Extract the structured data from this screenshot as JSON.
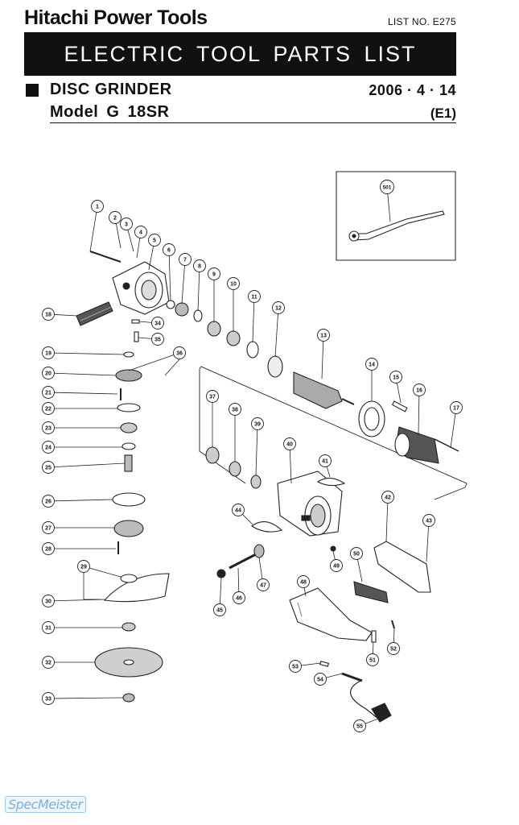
{
  "header": {
    "brand": "Hitachi Power Tools",
    "list_no": "LIST NO. E275",
    "banner": "ELECTRIC  TOOL  PARTS  LIST",
    "product": "DISC  GRINDER",
    "date": "2006 · 4 · 14",
    "model": "Model  G  18SR",
    "edition": "(E1)"
  },
  "watermark": "SpecMeister",
  "callouts": [
    {
      "n": "1"
    },
    {
      "n": "2"
    },
    {
      "n": "3"
    },
    {
      "n": "4"
    },
    {
      "n": "5"
    },
    {
      "n": "6"
    },
    {
      "n": "7"
    },
    {
      "n": "8"
    },
    {
      "n": "9"
    },
    {
      "n": "10"
    },
    {
      "n": "11"
    },
    {
      "n": "12"
    },
    {
      "n": "13"
    },
    {
      "n": "14"
    },
    {
      "n": "15"
    },
    {
      "n": "16"
    },
    {
      "n": "17"
    },
    {
      "n": "18"
    },
    {
      "n": "19"
    },
    {
      "n": "20"
    },
    {
      "n": "21"
    },
    {
      "n": "22"
    },
    {
      "n": "23"
    },
    {
      "n": "24"
    },
    {
      "n": "25"
    },
    {
      "n": "26"
    },
    {
      "n": "27"
    },
    {
      "n": "28"
    },
    {
      "n": "29"
    },
    {
      "n": "30"
    },
    {
      "n": "31"
    },
    {
      "n": "32"
    },
    {
      "n": "33"
    },
    {
      "n": "34"
    },
    {
      "n": "35"
    },
    {
      "n": "36"
    },
    {
      "n": "37"
    },
    {
      "n": "38"
    },
    {
      "n": "39"
    },
    {
      "n": "40"
    },
    {
      "n": "41"
    },
    {
      "n": "42"
    },
    {
      "n": "43"
    },
    {
      "n": "44"
    },
    {
      "n": "45"
    },
    {
      "n": "46"
    },
    {
      "n": "47"
    },
    {
      "n": "48"
    },
    {
      "n": "49"
    },
    {
      "n": "50"
    },
    {
      "n": "51"
    },
    {
      "n": "52"
    },
    {
      "n": "53"
    },
    {
      "n": "54"
    },
    {
      "n": "55"
    },
    {
      "n": "501"
    }
  ]
}
